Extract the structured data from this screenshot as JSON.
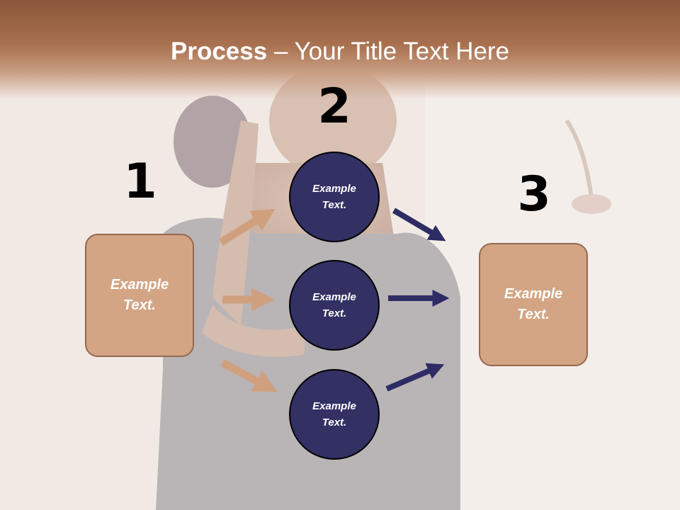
{
  "slide": {
    "title_bold": "Process",
    "title_rest": " – Your Title Text Here"
  },
  "steps": {
    "step1_number": "1",
    "step2_number": "2",
    "step3_number": "3"
  },
  "shapes": {
    "left_box_text": "Example Text.",
    "right_box_text": "Example Text.",
    "circle_top_text": "Example Text.",
    "circle_middle_text": "Example Text.",
    "circle_bottom_text": "Example Text."
  },
  "colors": {
    "header_brown": "#8a563a",
    "box_fill": "#d3a585",
    "box_border": "#96694f",
    "circle_fill": "#333064",
    "arrow_tan": "#d0a07e",
    "arrow_navy": "#2e2c64"
  }
}
